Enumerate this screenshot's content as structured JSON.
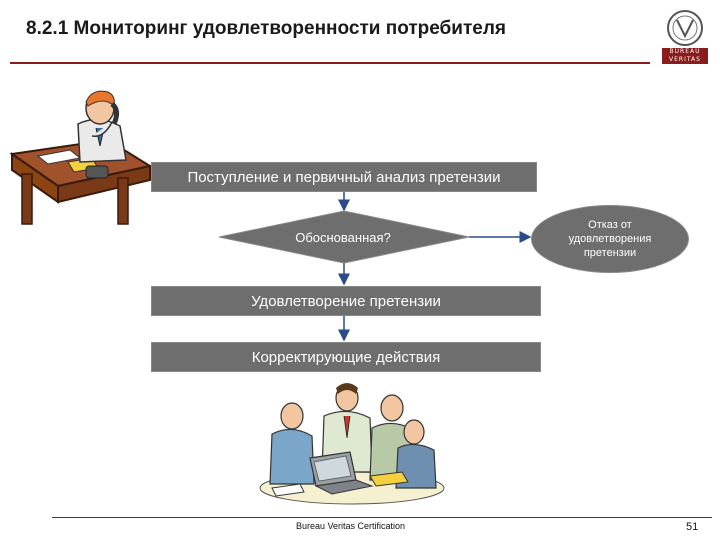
{
  "header": {
    "title": "8.2.1 Мониторинг удовлетворенности потребителя",
    "logo_top": "BUREAU",
    "logo_bottom": "VERITAS"
  },
  "flowchart": {
    "step1": "Поступление и первичный анализ претензии",
    "decision": "Обоснованная?",
    "reject_line1": "Отказ от",
    "reject_line2": "удовлетворения",
    "reject_line3": "претензии",
    "step2": "Удовлетворение претензии",
    "step3": "Корректирующие действия"
  },
  "footer": {
    "company": "Bureau Veritas Certification",
    "page_number": "51"
  },
  "colors": {
    "accent": "#8c1c1c",
    "box_fill": "#6e6e6e",
    "arrow": "#2a4a8a"
  }
}
